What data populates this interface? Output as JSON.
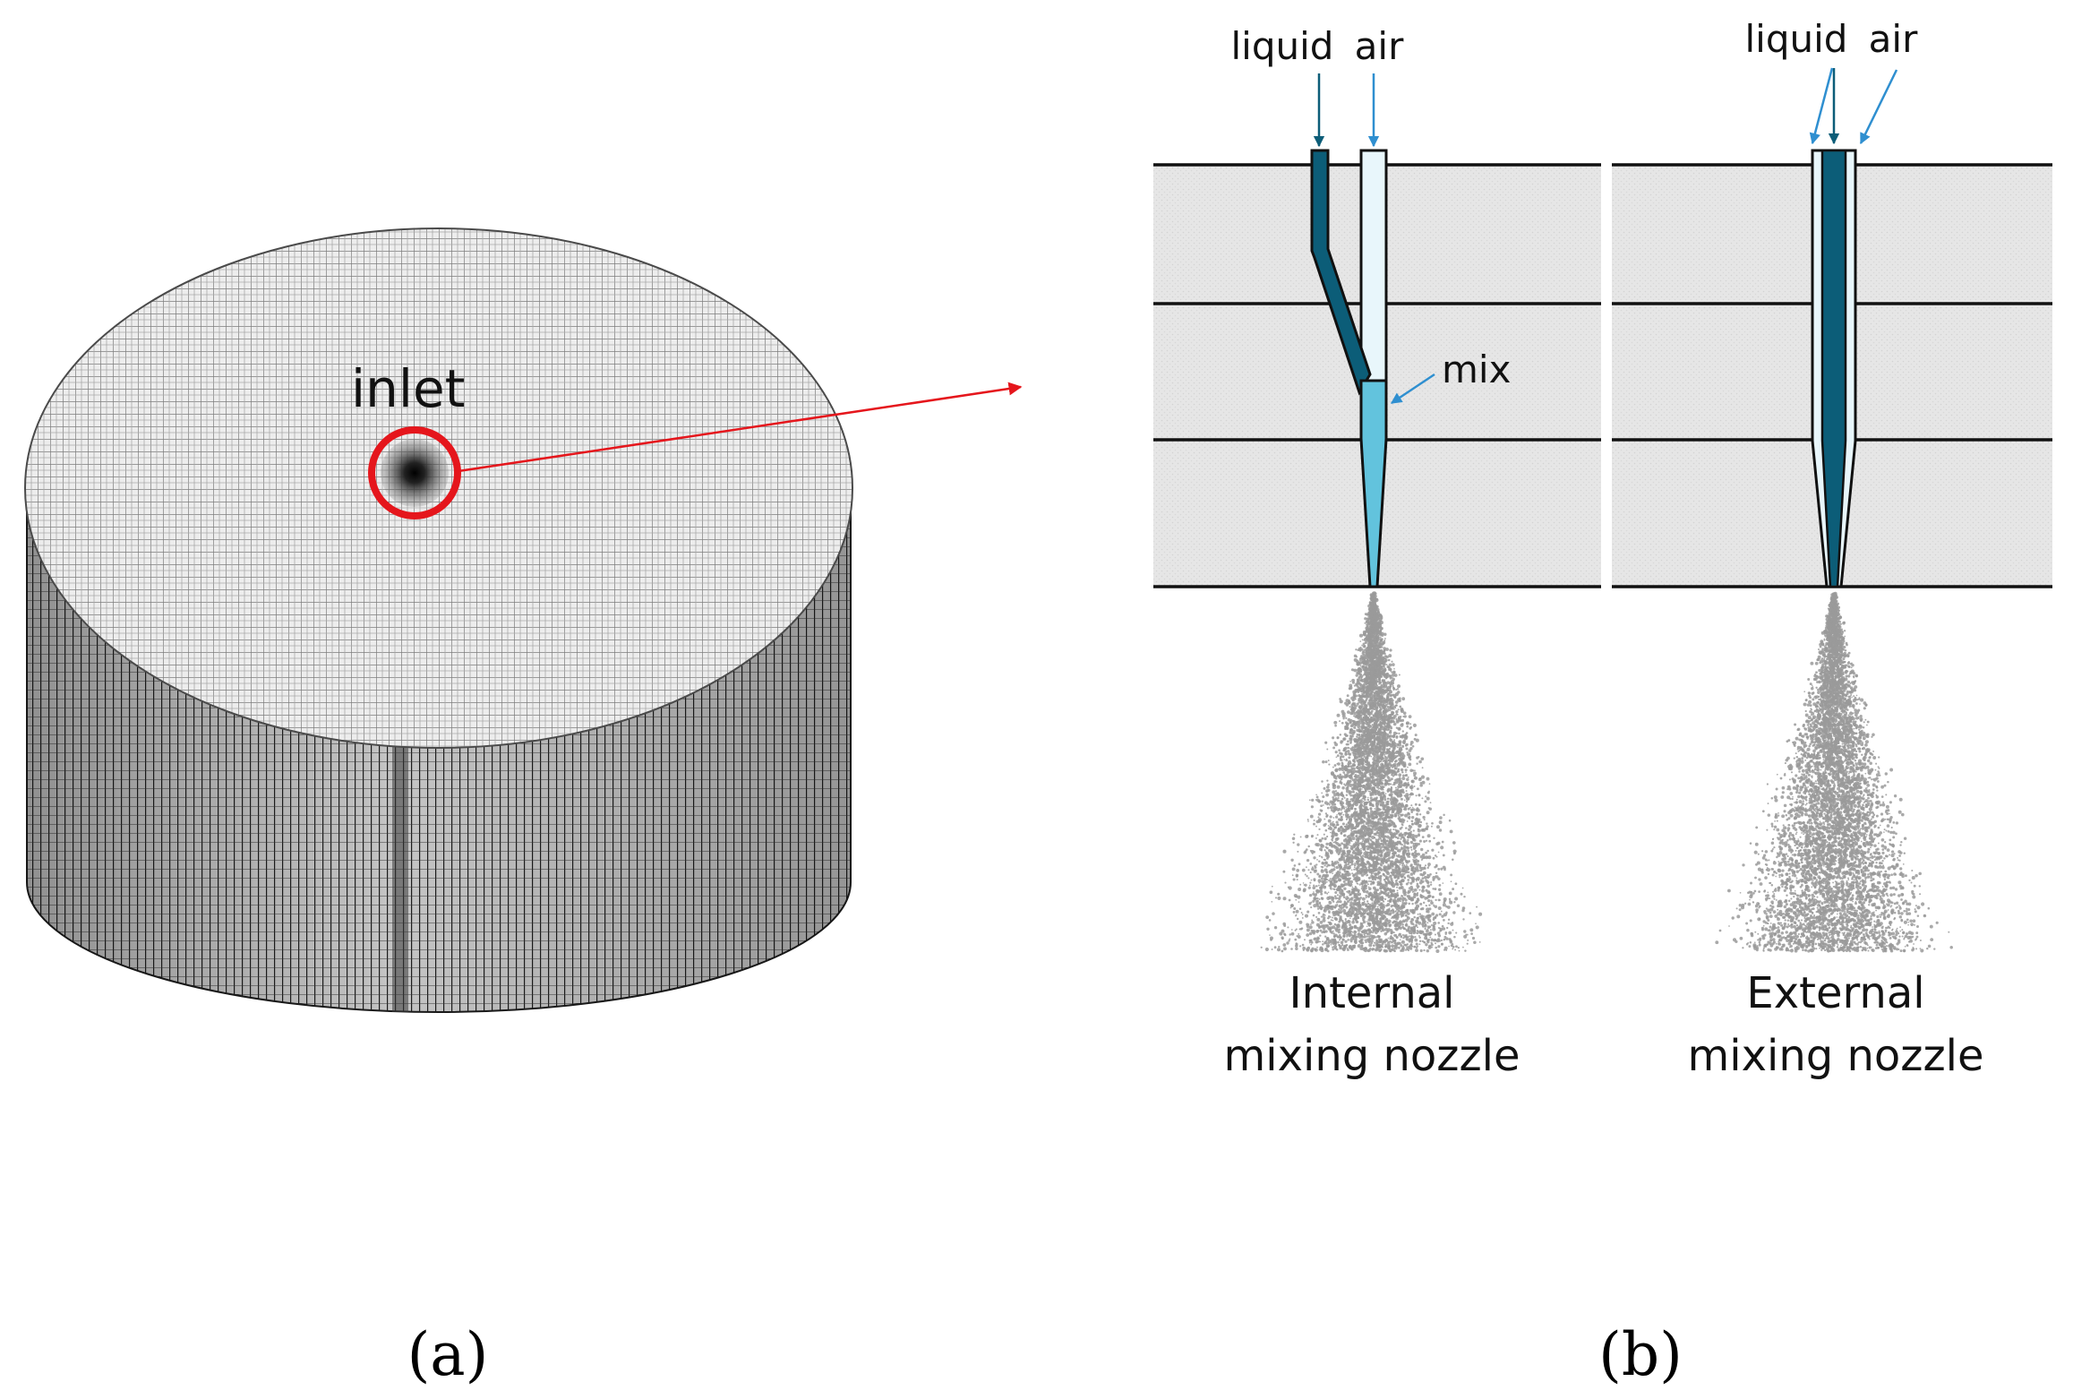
{
  "panel_a": {
    "inlet_label": "inlet",
    "caption": "(a)"
  },
  "panel_b": {
    "internal": {
      "liquid_label": "liquid",
      "air_label": "air",
      "mix_label": "mix",
      "name_line1": "Internal",
      "name_line2": "mixing nozzle"
    },
    "external": {
      "liquid_label": "liquid",
      "air_label": "air",
      "name_line1": "External",
      "name_line2": "mixing nozzle"
    },
    "caption": "(b)"
  },
  "colors": {
    "liquid": "#0c5d78",
    "air": "#e8f6fb",
    "mix": "#62c3dd",
    "arrow_blue": "#2f8fd0",
    "highlight_red": "#e5161c",
    "spray": "#9a9a9a",
    "plate": "#e6e6e6"
  }
}
